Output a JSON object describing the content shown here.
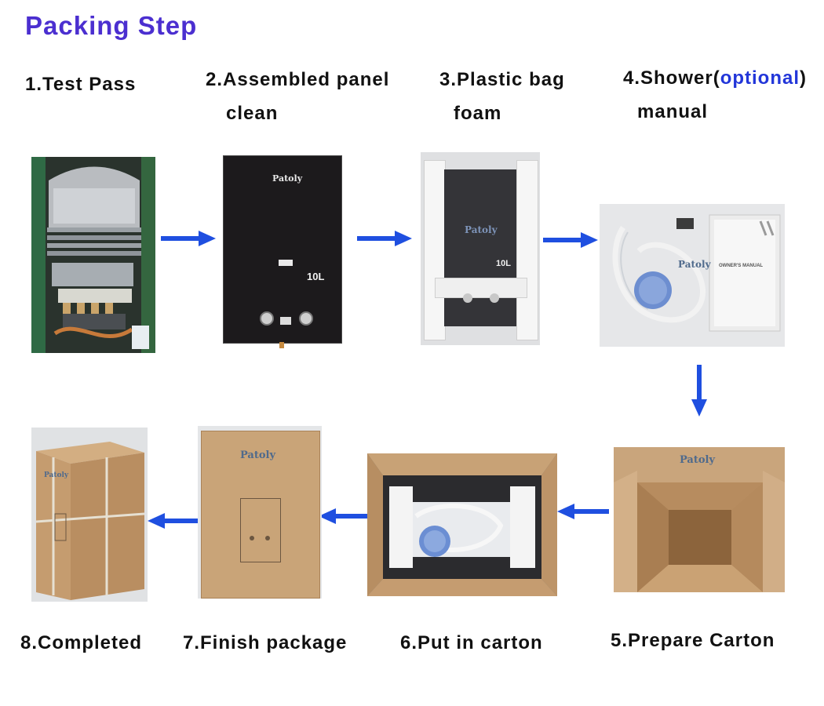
{
  "page": {
    "title": "Packing Step"
  },
  "steps": [
    {
      "line1": "1.Test Pass",
      "line2": ""
    },
    {
      "line1": "2.Assembled panel",
      "line2": "clean"
    },
    {
      "line1": "3.Plastic bag",
      "line2": "foam"
    },
    {
      "line1_prefix": "4.Shower(",
      "line1_highlight": "optional",
      "line1_suffix": ")",
      "line2": "manual"
    },
    {
      "line1": "5.Prepare Carton"
    },
    {
      "line1": "6.Put in carton"
    },
    {
      "line1": "7.Finish package"
    },
    {
      "line1": "8.Completed"
    }
  ],
  "photo_text": {
    "brand": "Patoly",
    "capacity": "10L",
    "manual_title": "OWNER'S MANUAL"
  },
  "colors": {
    "title": "#4b2fd0",
    "highlight": "#2236d9",
    "arrow": "#1f4fe0"
  }
}
